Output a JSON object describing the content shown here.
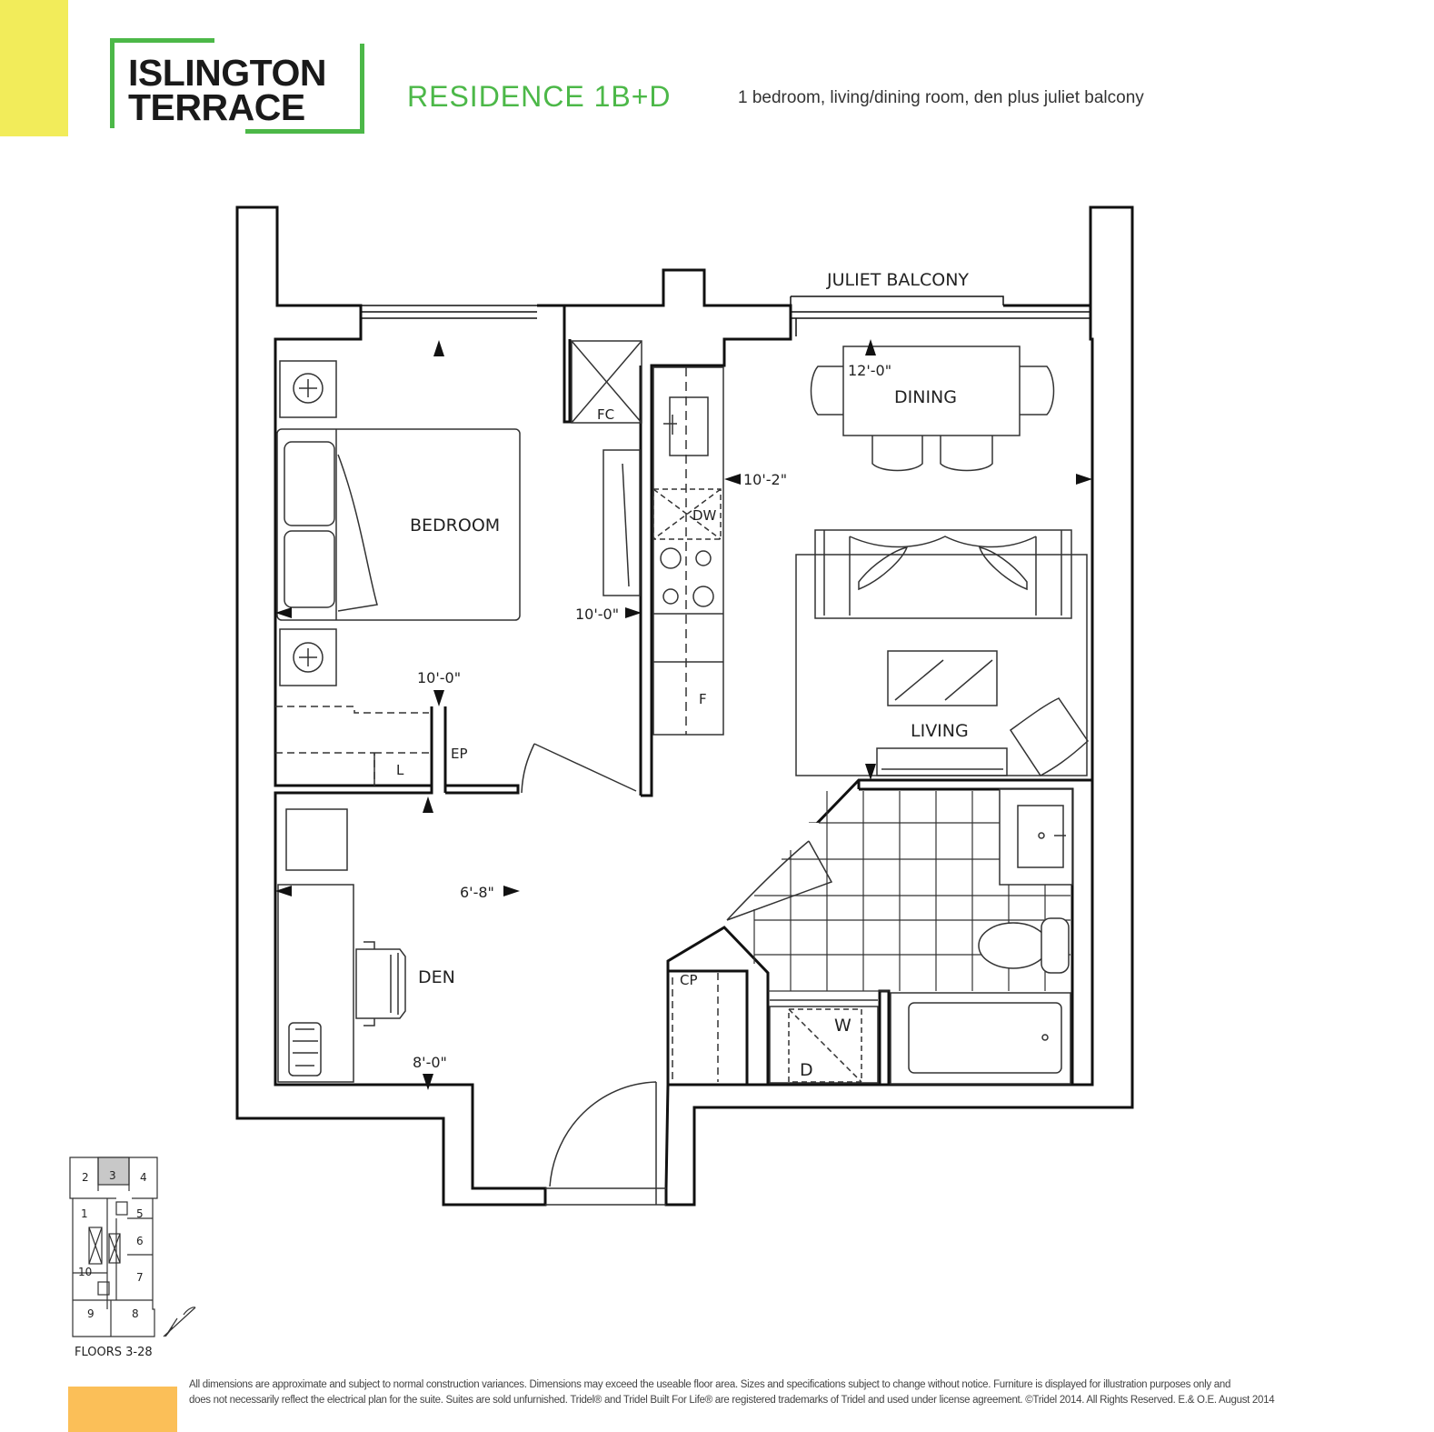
{
  "header": {
    "logo_line1": "ISLINGTON",
    "logo_line2": "TERRACE",
    "residence_title": "RESIDENCE 1B+D",
    "residence_subtitle": "1 bedroom, living/dining room, den plus juliet balcony"
  },
  "colors": {
    "brand_green": "#4cb848",
    "accent_yellow": "#f2ec5a",
    "accent_orange": "#fbbf58",
    "wall": "#111111"
  },
  "rooms": {
    "bedroom": "BEDROOM",
    "dining": "DINING",
    "living": "LIVING",
    "den": "DEN",
    "juliet_balcony": "JULIET BALCONY"
  },
  "fixtures": {
    "fc": "FC",
    "dw": "DW",
    "f": "F",
    "ep": "EP",
    "l": "L",
    "cp": "CP",
    "w": "W",
    "d": "D"
  },
  "dimensions": {
    "bedroom_width": "10'-0\"",
    "bedroom_depth": "10'-0\"",
    "dining_width": "12'-0\"",
    "living_depth": "10'-2\"",
    "den_width": "6'-8\"",
    "den_depth": "8'-0\""
  },
  "key_plan": {
    "label": "FLOORS 3-28",
    "units": [
      "1",
      "2",
      "3",
      "4",
      "5",
      "6",
      "7",
      "8",
      "9",
      "10"
    ]
  },
  "disclaimer": {
    "line1": "All dimensions are approximate and subject to normal construction variances.  Dimensions may exceed the useable floor area.  Sizes and specifications subject to change without notice.  Furniture is displayed for illustration purposes only and",
    "line2": "does not necessarily reflect the electrical plan for the suite.  Suites are sold unfurnished. Tridel® and Tridel Built For Life® are registered trademarks of Tridel and used under license agreement. ©Tridel 2014. All Rights Reserved. E.& O.E.  August 2014"
  }
}
